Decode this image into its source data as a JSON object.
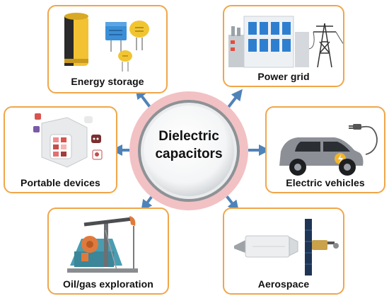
{
  "center": {
    "line1": "Dielectric",
    "line2": "capacitors"
  },
  "panels": {
    "energy_storage": {
      "label": "Energy storage"
    },
    "power_grid": {
      "label": "Power grid"
    },
    "portable_devices": {
      "label": "Portable devices"
    },
    "electric_vehicles": {
      "label": "Electric vehicles"
    },
    "oil_gas": {
      "label": "Oil/gas exploration"
    },
    "aerospace": {
      "label": "Aerospace"
    }
  },
  "colors": {
    "panel_border": "#f0a64a",
    "arrow": "#4f83b8",
    "hub_ring": "#f2c1c4"
  },
  "icons": {
    "energy_storage": "capacitor-components-icon",
    "power_grid": "power-plant-icon",
    "portable_devices": "smartwatch-icon",
    "electric_vehicles": "electric-car-icon",
    "oil_gas": "oil-pumpjack-icon",
    "aerospace": "satellite-icon"
  }
}
